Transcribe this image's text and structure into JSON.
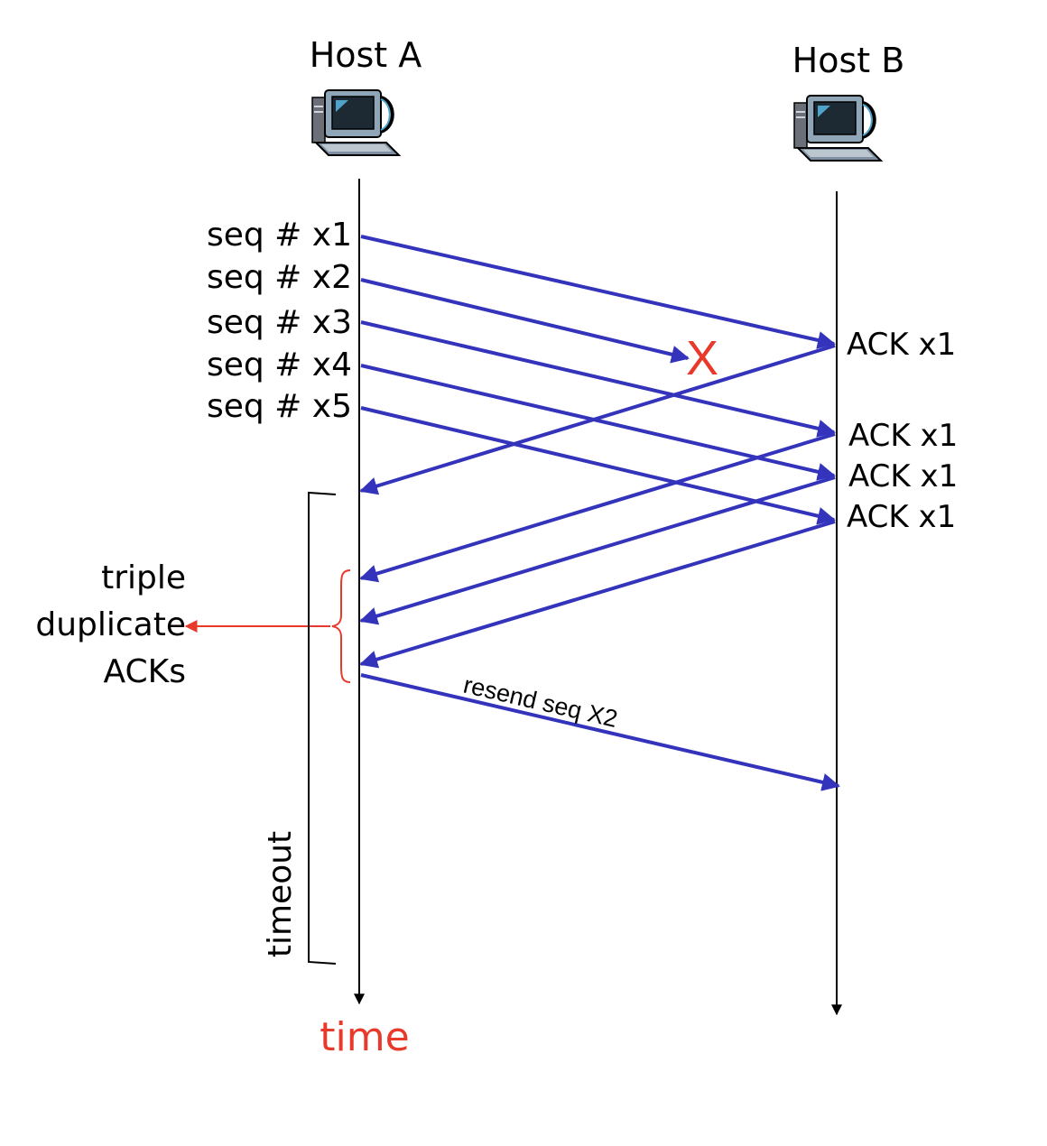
{
  "hosts": {
    "a": {
      "label": "Host A",
      "icon": "computer-icon"
    },
    "b": {
      "label": "Host B",
      "icon": "computer-icon"
    }
  },
  "segments": [
    {
      "label": "seq # x1",
      "lost": false
    },
    {
      "label": "seq # x2",
      "lost": true
    },
    {
      "label": "seq # x3",
      "lost": false
    },
    {
      "label": "seq # x4",
      "lost": false
    },
    {
      "label": "seq # x5",
      "lost": false
    }
  ],
  "acks": [
    "ACK x1",
    "ACK x1",
    "ACK x1",
    "ACK x1"
  ],
  "loss_marker": "X",
  "resend_label": "resend seq X2",
  "triple_dup_label": [
    "triple",
    "duplicate",
    "ACKs"
  ],
  "timeout_label": "timeout",
  "time_label": "time",
  "colors": {
    "arrow": "#3333bb",
    "annotation": "#e8392b",
    "timeline": "#000000"
  }
}
